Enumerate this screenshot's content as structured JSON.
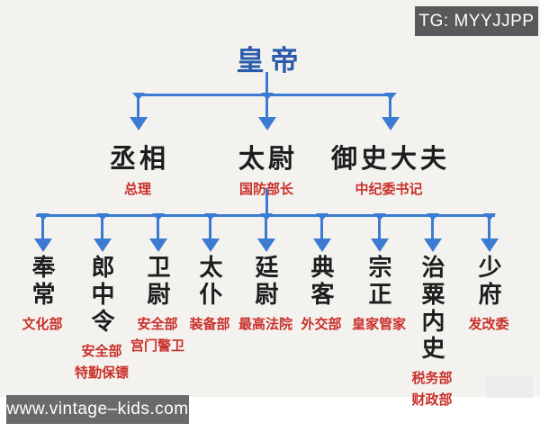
{
  "overlays": {
    "tg_badge": "TG: MYYJJPP",
    "website_badge": "www.vintage–kids.com"
  },
  "colors": {
    "line_blue": "#3b7cd2",
    "root_blue": "#2b5cab",
    "title_black": "#1d1d1d",
    "annotation_red": "#c9302a",
    "chart_background": "#f4f2ef",
    "badge_gray": "#59595b"
  },
  "chart": {
    "type": "org-tree",
    "root": {
      "title": "皇帝"
    },
    "level2": [
      {
        "title": "丞相",
        "subtitle": "总理"
      },
      {
        "title": "太尉",
        "subtitle": "国防部长"
      },
      {
        "title": "御史大夫",
        "subtitle": "中纪委书记"
      }
    ],
    "level3": [
      {
        "title": "奉常",
        "labels": [
          "文化部"
        ]
      },
      {
        "title": "郎中令",
        "labels": [
          "安全部",
          "特勤保镖"
        ]
      },
      {
        "title": "卫尉",
        "labels": [
          "安全部",
          "宫门警卫"
        ]
      },
      {
        "title": "太仆",
        "labels": [
          "装备部"
        ]
      },
      {
        "title": "廷尉",
        "labels": [
          "最高法院"
        ]
      },
      {
        "title": "典客",
        "labels": [
          "外交部"
        ]
      },
      {
        "title": "宗正",
        "labels": [
          "皇家管家"
        ]
      },
      {
        "title": "治粟内史",
        "labels": [
          "税务部",
          "财政部"
        ]
      },
      {
        "title": "少府",
        "labels": [
          "发改委"
        ]
      }
    ]
  }
}
